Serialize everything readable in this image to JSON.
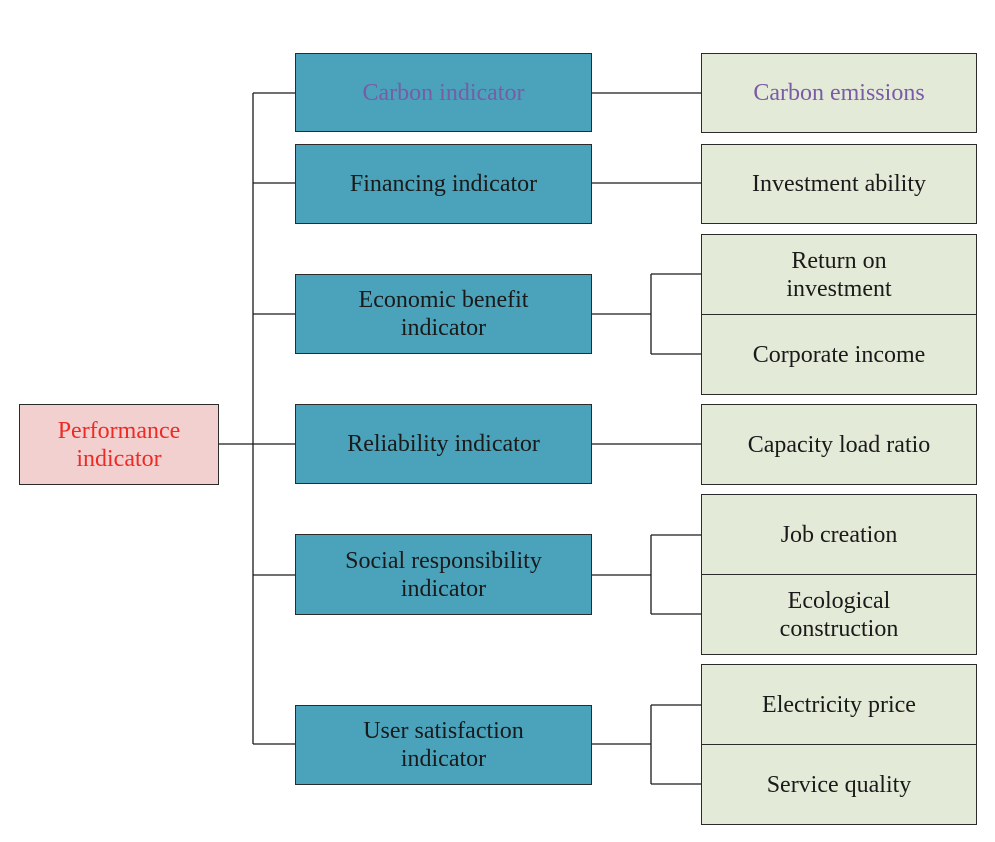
{
  "colors": {
    "root_fill": "#f2d0d0",
    "root_text": "#ee2a24",
    "indicator_fill": "#4aa3bb",
    "leaf_fill": "#e3ebd8",
    "highlight_text": "#7a5ba6",
    "line": "#1a1a1a"
  },
  "root": {
    "label": "Performance\nindicator"
  },
  "indicators": [
    {
      "label": "Carbon indicator",
      "leaves": [
        "Carbon emissions"
      ]
    },
    {
      "label": "Financing indicator",
      "leaves": [
        "Investment ability"
      ]
    },
    {
      "label": "Economic benefit\nindicator",
      "leaves": [
        "Return on\ninvestment",
        "Corporate income"
      ]
    },
    {
      "label": "Reliability indicator",
      "leaves": [
        "Capacity load ratio"
      ]
    },
    {
      "label": "Social responsibility\nindicator",
      "leaves": [
        "Job creation",
        "Ecological\nconstruction"
      ]
    },
    {
      "label": "User satisfaction\nindicator",
      "leaves": [
        "Electricity price",
        "Service quality"
      ]
    }
  ]
}
